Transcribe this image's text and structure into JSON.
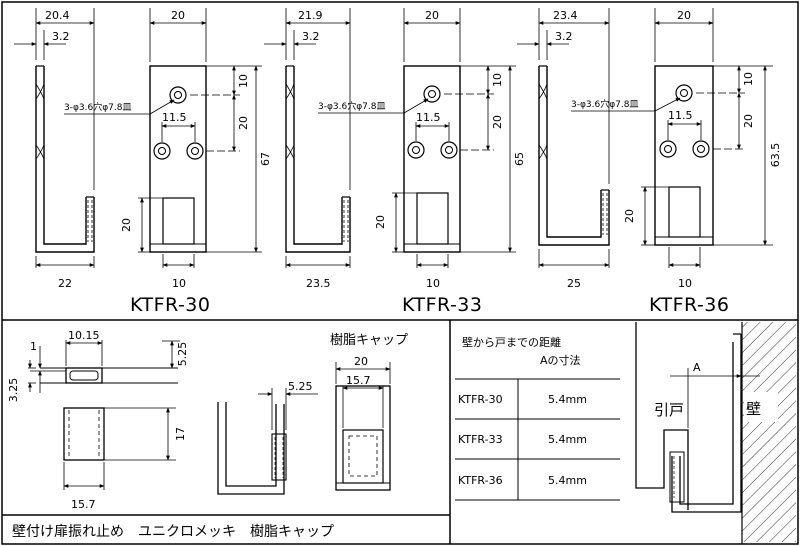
{
  "models": [
    {
      "name": "KTFR-30",
      "top_width": "20.4",
      "thickness": "3.2",
      "bottom_width": "22",
      "plate_width": "20",
      "hole_note": "3-φ3.6穴φ7.8皿",
      "dim_top": "10",
      "dim_mid": "20",
      "dim_total": "67",
      "hole_spacing": "11.5",
      "hook_height": "20",
      "hook_width": "10"
    },
    {
      "name": "KTFR-33",
      "top_width": "21.9",
      "thickness": "3.2",
      "bottom_width": "23.5",
      "plate_width": "20",
      "hole_note": "3-φ3.6穴φ7.8皿",
      "dim_top": "10",
      "dim_mid": "20",
      "dim_total": "65",
      "hole_spacing": "11.5",
      "hook_height": "20",
      "hook_width": "10"
    },
    {
      "name": "KTFR-36",
      "top_width": "23.4",
      "thickness": "3.2",
      "bottom_width": "25",
      "plate_width": "20",
      "hole_note": "3-φ3.6穴φ7.8皿",
      "dim_top": "10",
      "dim_mid": "20",
      "dim_total": "63.5",
      "hole_spacing": "11.5",
      "hook_height": "20",
      "hook_width": "10"
    }
  ],
  "cap": {
    "title": "樹脂キャップ",
    "dims": {
      "w_top": "10.15",
      "side_1": "1",
      "side_325": "3.25",
      "side_525": "5.25",
      "height": "17",
      "w_bottom": "15.7",
      "hook_525": "5.25",
      "front_20": "20",
      "front_157": "15.7"
    }
  },
  "table": {
    "header_line1": "壁から戸までの距離",
    "header_line2": "Aの寸法",
    "rows": [
      {
        "model": "KTFR-30",
        "value": "5.4mm"
      },
      {
        "model": "KTFR-33",
        "value": "5.4mm"
      },
      {
        "model": "KTFR-36",
        "value": "5.4mm"
      }
    ]
  },
  "install": {
    "a_label": "A",
    "door_label": "引戸",
    "wall_label": "壁"
  },
  "caption": "壁付け扉振れ止め　ユニクロメッキ　樹脂キャップ"
}
